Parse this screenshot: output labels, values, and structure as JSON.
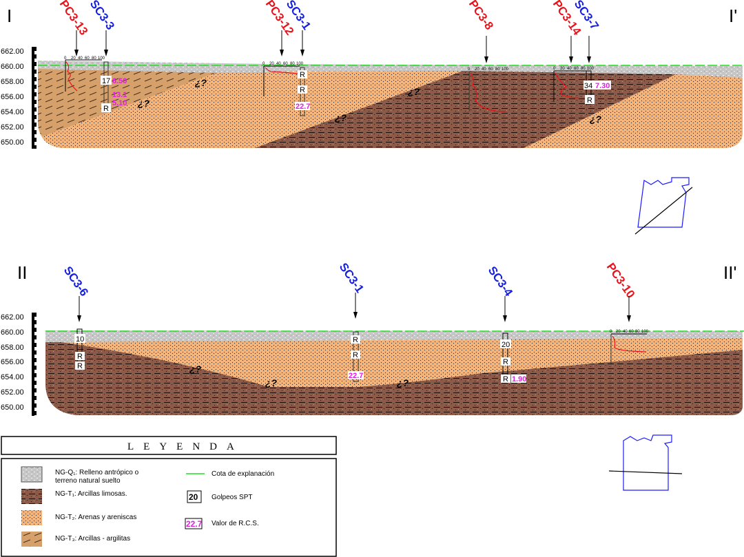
{
  "sections": [
    {
      "start_label": "I",
      "end_label": "I'",
      "elevations": [
        "662.00",
        "660.00",
        "658.00",
        "656.00",
        "654.00",
        "652.00",
        "650.00"
      ],
      "boreholes": [
        {
          "name": "PC3-13",
          "type": "penetrometer"
        },
        {
          "name": "SC3-3",
          "type": "borehole",
          "spt": "17",
          "rcs": [
            "6.50",
            "13.1",
            "5.10"
          ],
          "marks": [
            "R"
          ]
        },
        {
          "name": "PC3-12",
          "type": "penetrometer"
        },
        {
          "name": "SC3-1",
          "type": "borehole",
          "marks": [
            "R",
            "R"
          ],
          "rcs": [
            "22.7"
          ]
        },
        {
          "name": "PC3-8",
          "type": "penetrometer"
        },
        {
          "name": "PC3-14",
          "type": "penetrometer"
        },
        {
          "name": "SC3-7",
          "type": "borehole",
          "spt": "34",
          "rcs": [
            "7.30"
          ],
          "marks": [
            "R"
          ]
        }
      ],
      "uncertain_mark": "¿?"
    },
    {
      "start_label": "II",
      "end_label": "II'",
      "elevations": [
        "662.00",
        "660.00",
        "658.00",
        "656.00",
        "654.00",
        "652.00",
        "650.00"
      ],
      "boreholes": [
        {
          "name": "SC3-6",
          "type": "borehole",
          "spt": "10",
          "marks": [
            "R",
            "R"
          ]
        },
        {
          "name": "SC3-1",
          "type": "borehole",
          "marks": [
            "R",
            "R"
          ],
          "rcs": [
            "22.7"
          ]
        },
        {
          "name": "SC3-4",
          "type": "borehole",
          "spt": "20",
          "marks": [
            "R",
            "R"
          ],
          "rcs": [
            "1.90"
          ]
        },
        {
          "name": "PC3-10",
          "type": "penetrometer"
        }
      ],
      "uncertain_mark": "¿?"
    }
  ],
  "penetrometer_scale": [
    "0",
    "20",
    "40",
    "60",
    "80",
    "100"
  ],
  "legend": {
    "title": "LEYENDA",
    "units": [
      {
        "label_1": "NG-Q₁: Relleno antrópico o",
        "label_2": "terreno natural suelto",
        "color": "#cccccc"
      },
      {
        "label_1": "NG-T₁: Arcillas limosas.",
        "color": "#8b5a48"
      },
      {
        "label_1": "NG-T₂: Arenas y areniscas",
        "color": "#f2b47a"
      },
      {
        "label_1": "NG-T₃: Arcillas - argilitas",
        "color": "#d49a62"
      }
    ],
    "symbols": [
      {
        "label": "Cota de explanación",
        "color": "#22dd22"
      },
      {
        "sample": "20",
        "label": "Golpeos SPT"
      },
      {
        "sample": "22.7",
        "label": "Valor de R.C.S.",
        "color": "#e020e0"
      }
    ]
  },
  "colors": {
    "penetrometer": "#e8141b",
    "borehole": "#1520e0",
    "rcs": "#e020e0",
    "grade_line": "#22dd22",
    "plan": "#1a1aff"
  }
}
